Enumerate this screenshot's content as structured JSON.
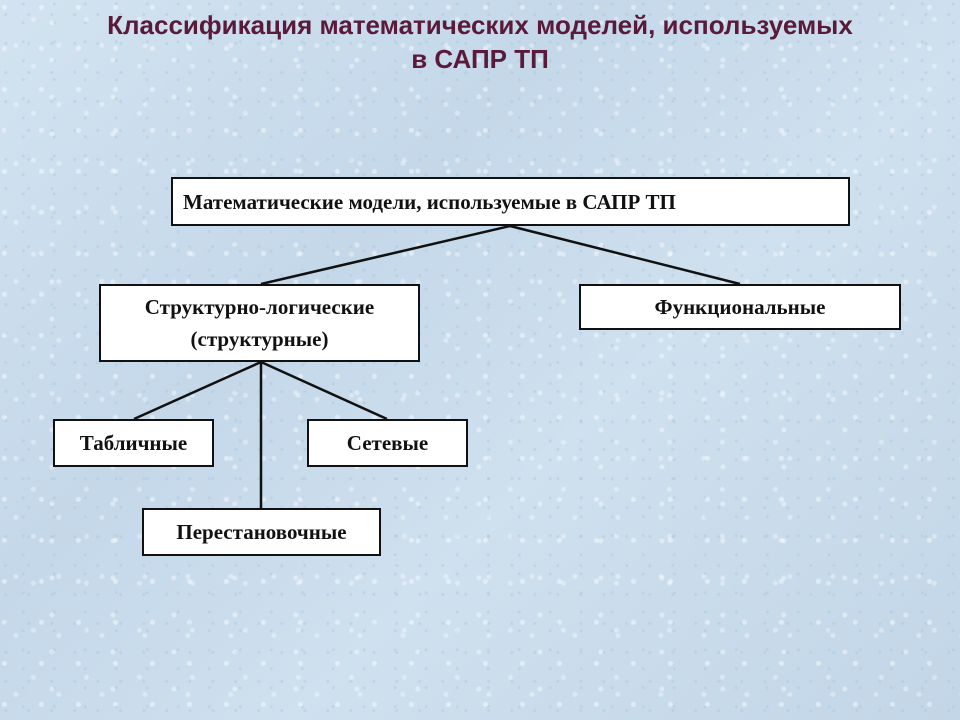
{
  "slide": {
    "title_line1": "Классификация математических моделей, используемых",
    "title_line2": "в САПР ТП",
    "title_color": "#5a1a3a",
    "background_color": "#c9dcec"
  },
  "diagram": {
    "root": "Математические модели, используемые в САПР ТП",
    "structural": {
      "line1": "Структурно-логические",
      "line2": "(структурные)"
    },
    "functional": "Функциональные",
    "tabular": "Табличные",
    "network": "Сетевые",
    "permutation": "Перестановочные"
  }
}
